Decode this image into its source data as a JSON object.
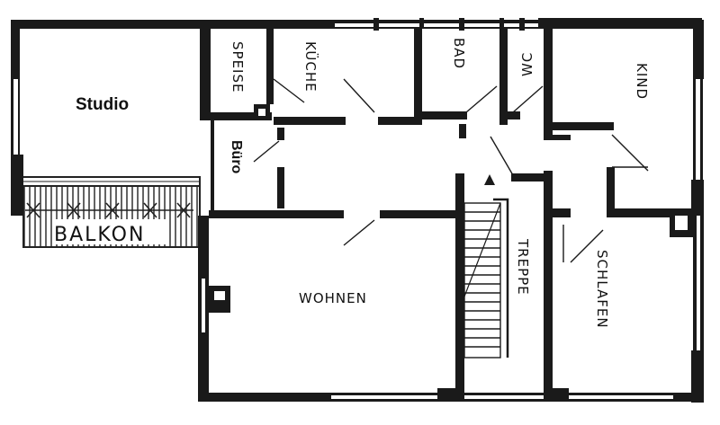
{
  "plan": {
    "rooms": {
      "studio": "Studio",
      "speise": "SPEISE",
      "kueche": "KÜCHE",
      "bad": "BAD",
      "wc": "WC",
      "kind": "KIND",
      "buero": "Büro",
      "balkon": "BALKON",
      "wohnen": "WOHNEN",
      "treppe": "TREPPE",
      "schlafen": "SCHLAFEN"
    }
  },
  "colors": {
    "wall": "#1a1a1a",
    "paper": "#ffffff",
    "thin": "#555555"
  }
}
